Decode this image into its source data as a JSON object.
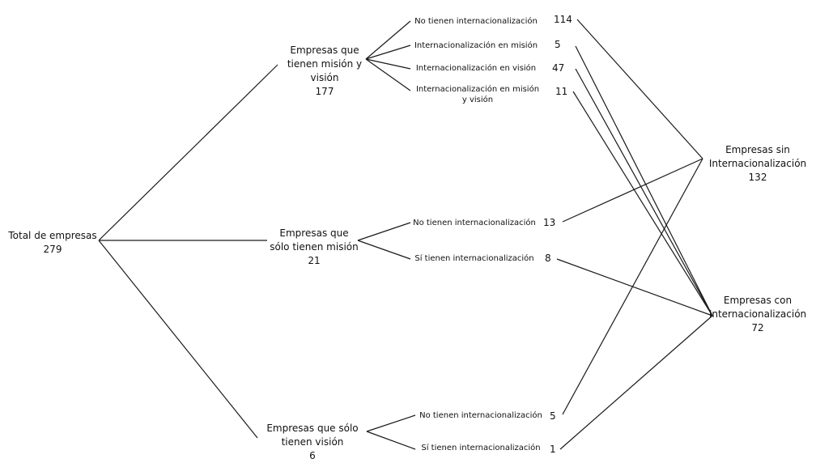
{
  "root": {
    "line1": "Total de empresas",
    "value": "279"
  },
  "branches": [
    {
      "lines": [
        "Empresas que",
        "tienen misión y",
        "visión"
      ],
      "value": "177",
      "leaves": [
        {
          "lines": [
            "No tienen internacionalización"
          ],
          "value": "114"
        },
        {
          "lines": [
            "Internacionalización en misión"
          ],
          "value": "5"
        },
        {
          "lines": [
            "Internacionalización en visión"
          ],
          "value": "47"
        },
        {
          "lines": [
            "Internacionalización en misión",
            "y visión"
          ],
          "value": "11"
        }
      ]
    },
    {
      "lines": [
        "Empresas que",
        "sólo tienen misión"
      ],
      "value": "21",
      "leaves": [
        {
          "lines": [
            "No tienen internacionalización"
          ],
          "value": "13"
        },
        {
          "lines": [
            "Sí tienen internacionalización"
          ],
          "value": "8"
        }
      ]
    },
    {
      "lines": [
        "Empresas que sólo",
        "tienen visión"
      ],
      "value": "6",
      "leaves": [
        {
          "lines": [
            "No tienen internacionalización"
          ],
          "value": "5"
        },
        {
          "lines": [
            "Sí tienen internacionalización"
          ],
          "value": "1"
        }
      ]
    }
  ],
  "outcomes": [
    {
      "lines": [
        "Empresas sin",
        "Internacionalización"
      ],
      "value": "132"
    },
    {
      "lines": [
        "Empresas con",
        "Internacionalización"
      ],
      "value": "72"
    }
  ],
  "colors": {
    "line": "#1a1a1a",
    "text": "#111111",
    "background": "#ffffff"
  }
}
